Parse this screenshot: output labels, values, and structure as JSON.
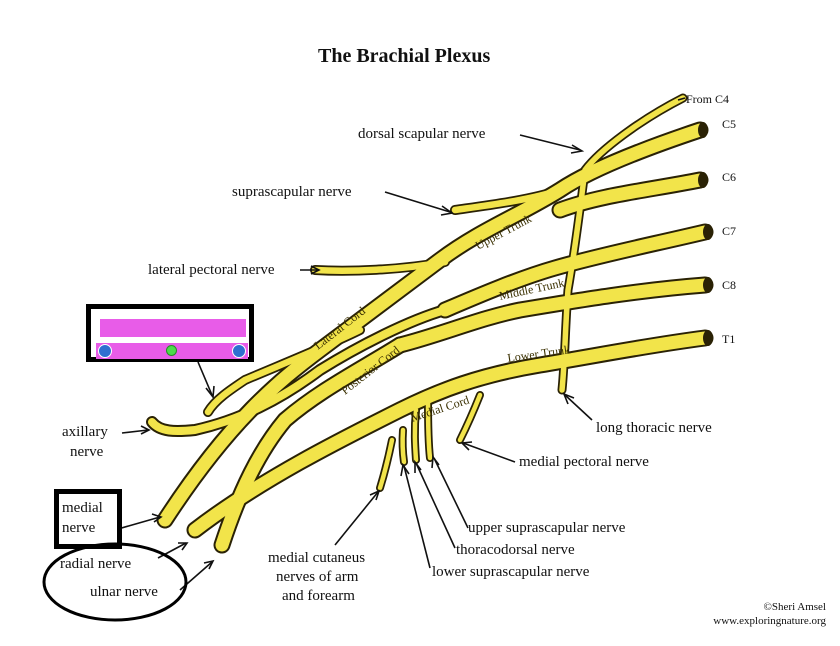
{
  "title": "The Brachial Plexus",
  "roots": [
    "From C4",
    "C5",
    "C6",
    "C7",
    "C8",
    "T1"
  ],
  "labels": {
    "dorsal_scapular": "dorsal scapular nerve",
    "suprascapular": "suprascapular nerve",
    "lateral_pectoral": "lateral pectoral nerve",
    "axillary_line1": "axillary",
    "axillary_line2": "nerve",
    "medial_line1": "medial",
    "medial_line2": "nerve",
    "radial": "radial nerve",
    "ulnar": "ulnar nerve",
    "medial_cutaneous_line1": "medial cutaneus",
    "medial_cutaneous_line2": "nerves of arm",
    "medial_cutaneous_line3": "and forearm",
    "upper_subscapular": "upper suprascapular nerve",
    "thoracodorsal": "thoracodorsal nerve",
    "lower_subscapular": "lower suprascapular nerve",
    "long_thoracic": "long thoracic nerve",
    "medial_pectoral": "medial pectoral nerve"
  },
  "trunks": {
    "upper": "Upper Trunk",
    "middle": "Middle Trunk",
    "lower": "Lower Trunk"
  },
  "cords": {
    "lateral": "Lateral Cord",
    "posterior": "Posterior Cord",
    "medial": "Medial Cord"
  },
  "credit": {
    "line1": "©Sheri Amsel",
    "line2": "www.exploringnature.org"
  },
  "colors": {
    "nerve_fill": "#f2e44a",
    "nerve_outline": "#2a2205",
    "redaction_fill": "#e85ce8",
    "knob_blue": "#2f6fd0",
    "knob_green": "#4cdc4c"
  }
}
